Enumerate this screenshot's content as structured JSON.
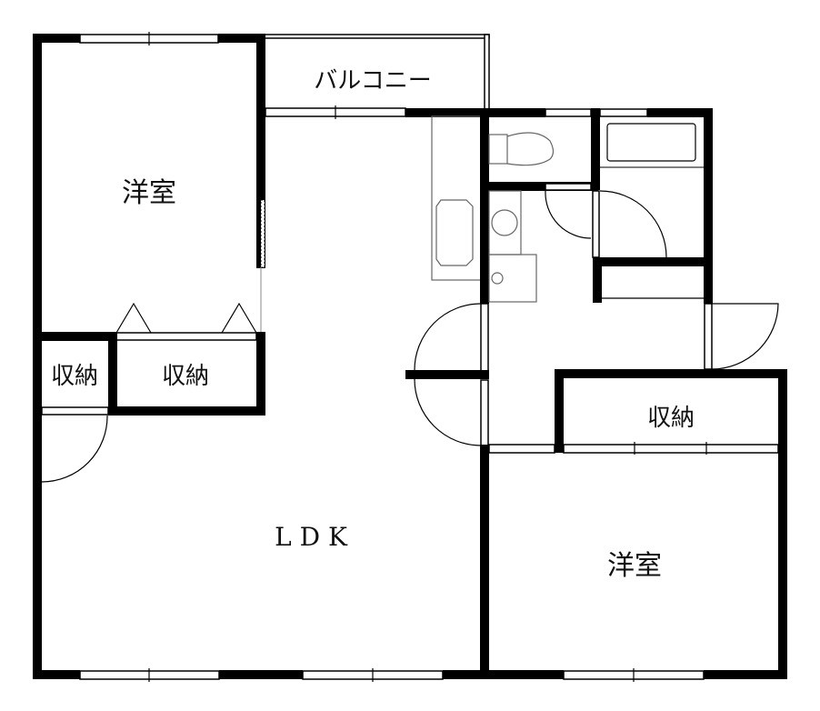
{
  "floor_plan": {
    "rooms": [
      {
        "id": "western-room-1",
        "label": "洋室"
      },
      {
        "id": "balcony",
        "label": "バルコニー"
      },
      {
        "id": "storage-small",
        "label": "収納"
      },
      {
        "id": "storage-middle",
        "label": "収納"
      },
      {
        "id": "ldk",
        "label": "L D K"
      },
      {
        "id": "storage-right",
        "label": "収納"
      },
      {
        "id": "western-room-2",
        "label": "洋室"
      }
    ],
    "colors": {
      "wall": "#000000",
      "background": "#ffffff",
      "line": "#000000"
    }
  }
}
